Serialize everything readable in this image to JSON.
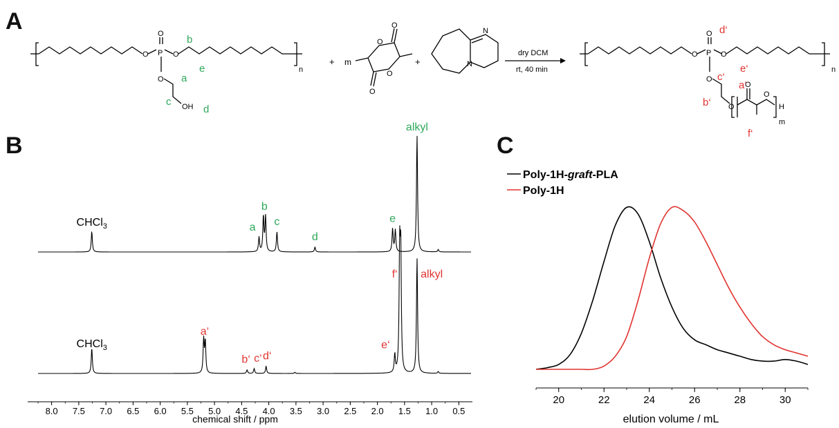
{
  "panels": {
    "A": "A",
    "B": "B",
    "C": "C"
  },
  "scheme": {
    "n": "n",
    "m": "m",
    "plus": "+",
    "reactant_labels": [
      "a",
      "b",
      "c",
      "d",
      "e"
    ],
    "oh": "OH",
    "P": "P",
    "O": "O",
    "N": "N",
    "H": "H",
    "product_labels": [
      "a‘",
      "b‘",
      "c‘",
      "d‘",
      "e‘",
      "f‘"
    ],
    "condition_top": "dry DCM",
    "condition_bottom": "rt, 40 min",
    "colors": {
      "reactant": "#2ea85a",
      "product": "#e0332f"
    }
  },
  "chart_data": [
    {
      "id": "B",
      "type": "line",
      "xlabel": "chemical shift / ppm",
      "xlim": [
        8.25,
        0.25
      ],
      "x_reversed": true,
      "xticks": [
        "8.0",
        "7.5",
        "7.0",
        "6.5",
        "6.0",
        "5.5",
        "5.0",
        "4.5",
        "4.0",
        "3.5",
        "3.0",
        "2.5",
        "2.0",
        "1.5",
        "1.0",
        "0.5"
      ],
      "series": [
        {
          "color": "#000000",
          "peaks": [
            {
              "ppm": 7.26,
              "h": 0.34
            },
            {
              "ppm": 4.18,
              "h": 0.24
            },
            {
              "ppm": 4.1,
              "h": 0.58
            },
            {
              "ppm": 4.06,
              "h": 0.58
            },
            {
              "ppm": 3.85,
              "h": 0.33
            },
            {
              "ppm": 3.15,
              "h": 0.08
            },
            {
              "ppm": 1.72,
              "h": 0.38
            },
            {
              "ppm": 1.67,
              "h": 0.36
            },
            {
              "ppm": 1.27,
              "h": 1.92
            },
            {
              "ppm": 0.88,
              "h": 0.04
            }
          ],
          "labels": [
            {
              "text": "CHCl",
              "sub": "3",
              "ppm": 7.26,
              "color": "#000000"
            },
            {
              "text": "a",
              "ppm": 4.3,
              "color": "#2ea85a"
            },
            {
              "text": "b",
              "ppm": 4.08,
              "color": "#2ea85a"
            },
            {
              "text": "c",
              "ppm": 3.85,
              "color": "#2ea85a"
            },
            {
              "text": "d",
              "ppm": 3.15,
              "color": "#2ea85a"
            },
            {
              "text": "e",
              "ppm": 1.72,
              "color": "#2ea85a"
            },
            {
              "text": "alkyl",
              "ppm": 1.27,
              "color": "#2ea85a"
            }
          ]
        },
        {
          "color": "#000000",
          "peaks": [
            {
              "ppm": 7.26,
              "h": 0.42
            },
            {
              "ppm": 5.2,
              "h": 0.55
            },
            {
              "ppm": 5.17,
              "h": 0.52
            },
            {
              "ppm": 4.4,
              "h": 0.06
            },
            {
              "ppm": 4.27,
              "h": 0.08
            },
            {
              "ppm": 4.05,
              "h": 0.12
            },
            {
              "ppm": 3.52,
              "h": 0.02
            },
            {
              "ppm": 1.68,
              "h": 0.3
            },
            {
              "ppm": 1.59,
              "h": 1.9
            },
            {
              "ppm": 1.57,
              "h": 1.9
            },
            {
              "ppm": 1.27,
              "h": 1.9
            },
            {
              "ppm": 0.88,
              "h": 0.03
            }
          ],
          "labels": [
            {
              "text": "CHCl",
              "sub": "3",
              "ppm": 7.26,
              "color": "#000000"
            },
            {
              "text": "a‘",
              "ppm": 5.18,
              "color": "#e0332f"
            },
            {
              "text": "b‘",
              "ppm": 4.42,
              "color": "#e0332f"
            },
            {
              "text": "c‘",
              "ppm": 4.2,
              "color": "#e0332f"
            },
            {
              "text": "d‘",
              "ppm": 4.03,
              "color": "#e0332f"
            },
            {
              "text": "e‘",
              "ppm": 1.85,
              "color": "#e0332f"
            },
            {
              "text": "f‘",
              "ppm": 1.68,
              "color": "#e0332f"
            },
            {
              "text": "alkyl",
              "ppm": 1.0,
              "color": "#e0332f"
            }
          ]
        }
      ]
    },
    {
      "id": "C",
      "type": "line",
      "xlabel": "elution volume / mL",
      "xlim": [
        19,
        31
      ],
      "xticks": [
        20,
        22,
        24,
        26,
        28,
        30
      ],
      "ylim": [
        0,
        1
      ],
      "legend": "top-left",
      "series": [
        {
          "name": "Poly-1H-graft-PLA",
          "name_parts": [
            "Poly-1H-",
            "graft",
            "-PLA"
          ],
          "color": "#000000",
          "x": [
            19.0,
            19.5,
            20.0,
            20.5,
            21.0,
            21.5,
            22.0,
            22.5,
            23.0,
            23.5,
            24.0,
            24.5,
            25.0,
            25.5,
            26.0,
            26.5,
            27.0,
            27.5,
            28.0,
            28.5,
            29.0,
            29.5,
            30.0,
            30.5,
            31.0
          ],
          "y": [
            0.0,
            0.01,
            0.03,
            0.09,
            0.22,
            0.42,
            0.66,
            0.88,
            0.99,
            0.95,
            0.78,
            0.56,
            0.38,
            0.25,
            0.18,
            0.15,
            0.12,
            0.1,
            0.08,
            0.06,
            0.05,
            0.05,
            0.06,
            0.05,
            0.03
          ]
        },
        {
          "name": "Poly-1H",
          "color": "#e0332f",
          "x": [
            19.0,
            19.5,
            20.0,
            20.5,
            21.0,
            21.5,
            22.0,
            22.5,
            23.0,
            23.5,
            24.0,
            24.5,
            25.0,
            25.5,
            26.0,
            26.5,
            27.0,
            27.5,
            28.0,
            28.5,
            29.0,
            29.5,
            30.0,
            30.5,
            31.0
          ],
          "y": [
            0.0,
            0.0,
            0.0,
            0.0,
            0.0,
            0.0,
            0.02,
            0.08,
            0.2,
            0.42,
            0.68,
            0.89,
            0.99,
            0.97,
            0.9,
            0.78,
            0.64,
            0.5,
            0.38,
            0.28,
            0.2,
            0.15,
            0.12,
            0.1,
            0.08
          ]
        }
      ]
    }
  ]
}
